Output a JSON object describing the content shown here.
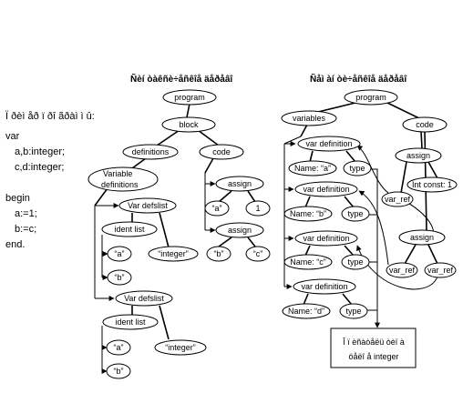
{
  "titles": {
    "left": "Ñèí òàêñè÷åñêîå äåðåâî",
    "right": "Ñåì àí òè÷åñêîå äåðåâî"
  },
  "program_text": {
    "header": "Ï ðèì åð ï ðî ãðàì ì û:",
    "lines": [
      "var",
      "a,b:integer;",
      "c,d:integer;",
      "",
      "begin",
      "a:=1;",
      "b:=c;",
      "end."
    ]
  },
  "syntax_tree": {
    "program": "program",
    "block": "block",
    "definitions": "definitions",
    "code": "code",
    "vardefs": "Variable definitions",
    "vardeflist1": "Var defslist",
    "identlist1": "ident list",
    "a": "“a”",
    "b": "“b”",
    "integer1": "“integer”",
    "vardeflist2": "Var defslist",
    "identlist2": "ident list",
    "a2": "“a”",
    "b2": "“b”",
    "integer2": "“integer”",
    "assign1": "assign",
    "assign1_lhs": "“a”",
    "assign1_rhs": "1",
    "assign2": "assign",
    "assign2_lhs": "“b”",
    "assign2_rhs": "“c”"
  },
  "semantic_tree": {
    "program": "program",
    "variables": "variables",
    "code": "code",
    "vardef1": "var definition",
    "name1": "Name: “a”",
    "type1": "type",
    "vardef2": "var definition",
    "name2": "Name: “b”",
    "type2": "type",
    "vardef3": "var definition",
    "name3": "Name: “c”",
    "type3": "type",
    "vardef4": "var definition",
    "name4": "Name: “d”",
    "type4": "type",
    "assign1": "assign",
    "int_const": "Int const: 1",
    "var_ref1": "var_ref",
    "assign2": "assign",
    "var_ref2": "var_ref",
    "var_ref3": "var_ref",
    "integer_box_line1": "Î ï èñàòåëü òèï à",
    "integer_box_line2": "öåëî å integer"
  },
  "colors": {
    "green": "#009900",
    "blue": "#0000cc",
    "orange": "#ff6600",
    "black": "#000000"
  }
}
